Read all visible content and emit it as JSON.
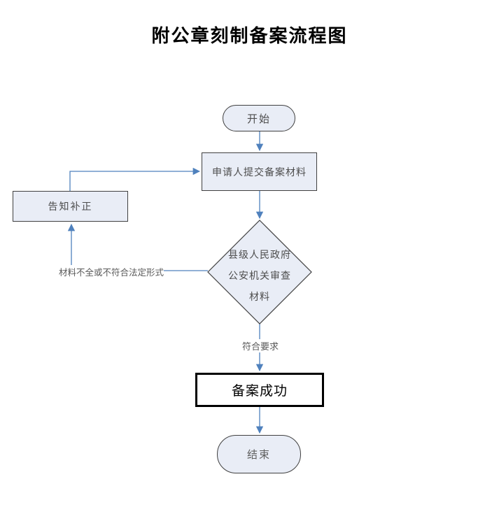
{
  "title": "附公章刻制备案流程图",
  "colors": {
    "shape_fill": "#e9edf6",
    "shape_border": "#404040",
    "connector_blue": "#4f81bd",
    "emphasis_border": "#000000"
  },
  "nodes": {
    "start": {
      "type": "terminator",
      "label": "开始"
    },
    "submit": {
      "type": "process",
      "label": "申请人提交备案材料"
    },
    "review": {
      "type": "decision",
      "line1": "县级人民政府",
      "line2": "公安机关审查",
      "line3": "材料"
    },
    "notify": {
      "type": "process",
      "label": "告知补正"
    },
    "success": {
      "type": "process-emphasis",
      "label": "备案成功"
    },
    "end": {
      "type": "terminator",
      "label": "结束"
    }
  },
  "edges": {
    "start_to_submit": {
      "label": ""
    },
    "submit_to_review": {
      "label": ""
    },
    "review_to_notify": {
      "label": "材料不全或不符合法定形式"
    },
    "notify_to_submit": {
      "label": ""
    },
    "review_to_success": {
      "label": "符合要求"
    },
    "success_to_end": {
      "label": ""
    }
  }
}
